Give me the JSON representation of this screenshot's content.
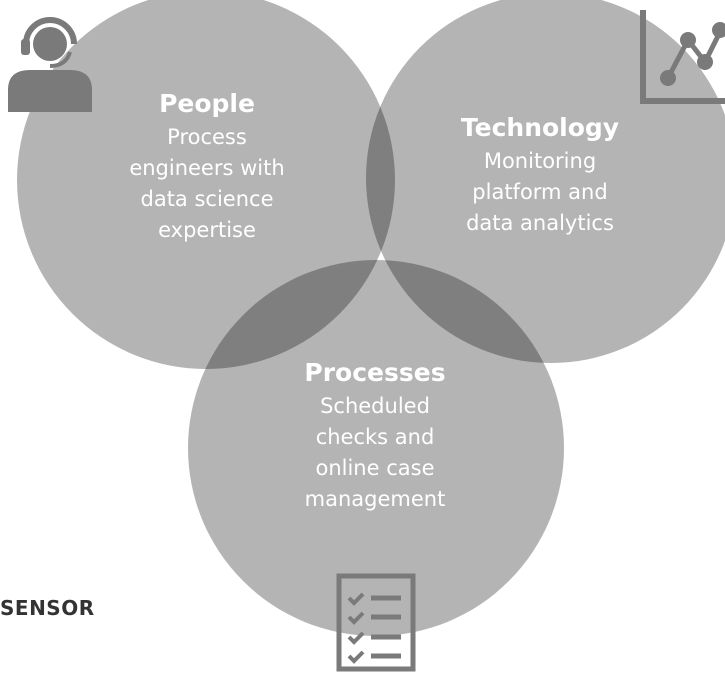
{
  "circles": {
    "people": {
      "title": "People",
      "lines": [
        "Process",
        "engineers with",
        "data science",
        "expertise"
      ]
    },
    "technology": {
      "title": "Technology",
      "lines": [
        "Monitoring",
        "platform and",
        "data analytics"
      ]
    },
    "processes": {
      "title": "Processes",
      "lines": [
        "Scheduled",
        "checks and",
        "online case",
        "management"
      ]
    }
  },
  "cut_text": "SENSOR",
  "colors": {
    "circle": "#b4b4b4",
    "icon": "#7a7a7a",
    "text": "#ffffff"
  },
  "icons": [
    "headset-person-icon",
    "line-chart-icon",
    "checklist-icon"
  ]
}
